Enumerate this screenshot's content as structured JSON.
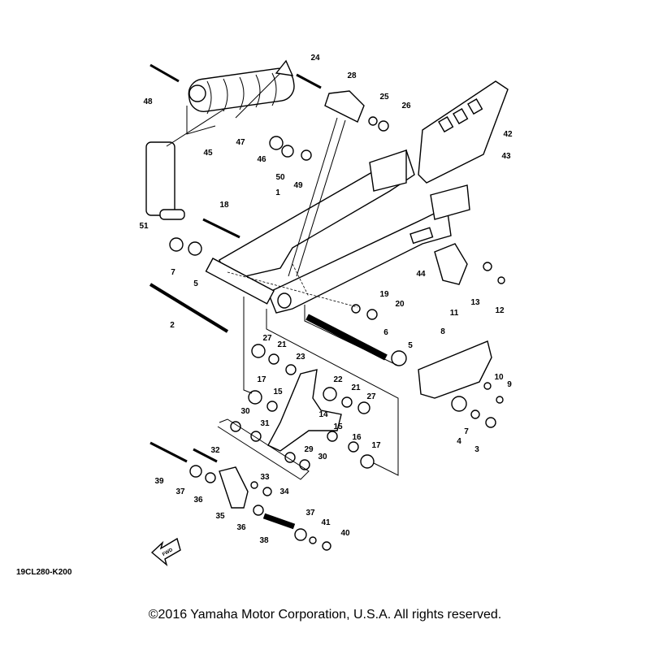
{
  "diagram": {
    "code": "19CL280-K200",
    "fwd_label": "FWD",
    "copyright": "©2016 Yamaha Motor Corporation, U.S.A. All rights reserved.",
    "callouts": [
      "24",
      "28",
      "48",
      "25",
      "26",
      "42",
      "43",
      "47",
      "45",
      "46",
      "50",
      "49",
      "1",
      "18",
      "51",
      "7",
      "5",
      "44",
      "11",
      "13",
      "12",
      "19",
      "20",
      "2",
      "6",
      "5",
      "8",
      "27",
      "21",
      "23",
      "10",
      "9",
      "22",
      "21",
      "27",
      "17",
      "15",
      "14",
      "7",
      "4",
      "3",
      "30",
      "31",
      "15",
      "16",
      "17",
      "29",
      "30",
      "32",
      "39",
      "33",
      "34",
      "37",
      "36",
      "35",
      "36",
      "37",
      "41",
      "40",
      "38"
    ]
  }
}
